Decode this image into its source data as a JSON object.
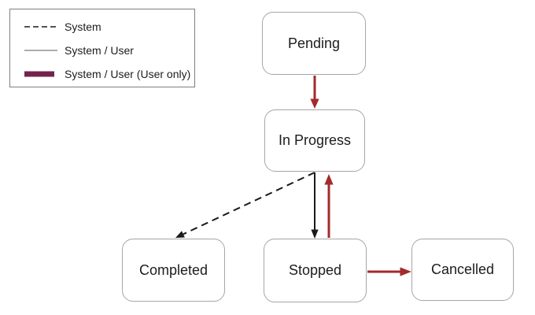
{
  "legend": {
    "items": [
      {
        "label": "System",
        "line_style": "dashed-black"
      },
      {
        "label": "System / User",
        "line_style": "thin-solid-black"
      },
      {
        "label": "System / User (User only)",
        "line_style": "thick-solid-maroon"
      }
    ]
  },
  "states": {
    "pending": {
      "label": "Pending"
    },
    "in_progress": {
      "label": "In Progress"
    },
    "completed": {
      "label": "Completed"
    },
    "stopped": {
      "label": "Stopped"
    },
    "cancelled": {
      "label": "Cancelled"
    }
  },
  "transitions": [
    {
      "from": "Pending",
      "to": "In Progress",
      "line": "red-solid",
      "actor": "System / User (User only)"
    },
    {
      "from": "In Progress",
      "to": "Completed",
      "line": "black-dashed",
      "actor": "System"
    },
    {
      "from": "In Progress",
      "to": "Stopped",
      "line": "black-solid",
      "actor": "System / User"
    },
    {
      "from": "Stopped",
      "to": "In Progress",
      "line": "red-solid",
      "actor": "System / User (User only)"
    },
    {
      "from": "Stopped",
      "to": "Cancelled",
      "line": "red-solid",
      "actor": "System / User (User only)"
    }
  ],
  "colors": {
    "transition_red": "#a22b2c",
    "legend_thick": "#73224b",
    "line_black": "#1a1a1a",
    "legend_line_gray": "#5a5a5a",
    "box_border": "#a6a6a6"
  }
}
